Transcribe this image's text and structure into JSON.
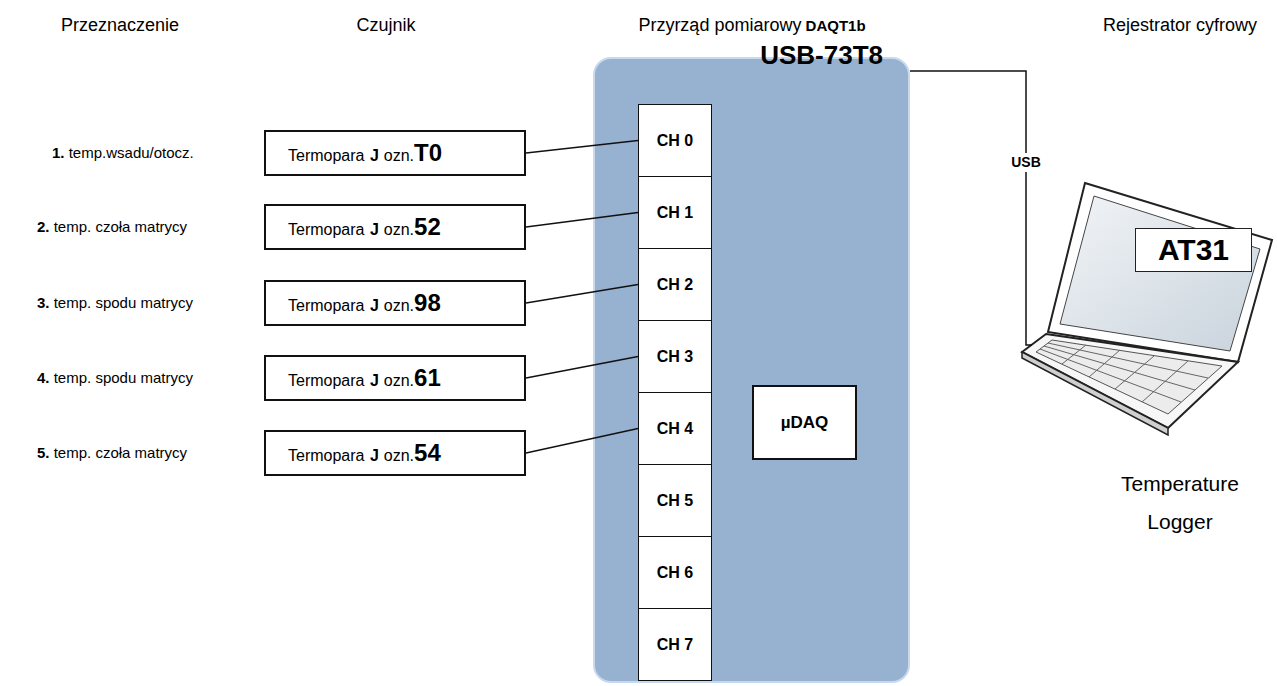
{
  "diagram": {
    "nodes": [
      {
        "text": [
          "Termopara",
          "J",
          "ozn.",
          "T0"
        ]
      },
      {
        "text": [
          "Termopara",
          "J",
          "ozn.",
          "52"
        ]
      },
      {
        "text": [
          "Termopara",
          "J",
          "ozn.",
          "98"
        ]
      },
      {
        "text": [
          "Termopara",
          "J",
          "ozn.",
          "61"
        ]
      },
      {
        "text": [
          "Termopara",
          "J",
          "ozn.",
          "54"
        ]
      },
      {
        "text": [
          "USB-73T8"
        ]
      },
      {
        "text": [
          "CH 0"
        ],
        "in": 5
      },
      {
        "text": [
          "CH 1"
        ],
        "in": 5
      },
      {
        "text": [
          "CH 2"
        ],
        "in": 5
      },
      {
        "text": [
          "CH 3"
        ],
        "in": 5
      },
      {
        "text": [
          "CH 4"
        ],
        "in": 5
      },
      {
        "text": [
          "CH 5"
        ],
        "in": 5
      },
      {
        "text": [
          "CH 6"
        ],
        "in": 5
      },
      {
        "text": [
          "CH 7"
        ],
        "in": 5
      },
      {
        "text": [
          "µDAQ"
        ],
        "in": 5
      },
      {
        "text": [
          "AT31",
          "Temperature Logger"
        ]
      }
    ],
    "edges": [
      {
        "from": 0,
        "to": 6,
        "arrow": "none"
      },
      {
        "from": 1,
        "to": 7,
        "arrow": "none"
      },
      {
        "from": 2,
        "to": 8,
        "arrow": "none"
      },
      {
        "from": 3,
        "to": 9,
        "arrow": "none"
      },
      {
        "from": 4,
        "to": 10,
        "arrow": "none"
      },
      {
        "from": 5,
        "to": 15,
        "label": "USB",
        "arrow": "none"
      }
    ],
    "labels": [
      "Przeznaczenie",
      "Czujnik",
      "Przyrząd pomiarowy",
      "DAQT1b",
      "Rejestrator cyfrowy",
      "1.",
      "temp.wsadu/otocz.",
      "2.",
      "temp. czoła matrycy",
      "3.",
      "temp. spodu matrycy",
      "4.",
      "temp. spodu matrycy",
      "5.",
      "temp. czoła matrycy"
    ]
  }
}
